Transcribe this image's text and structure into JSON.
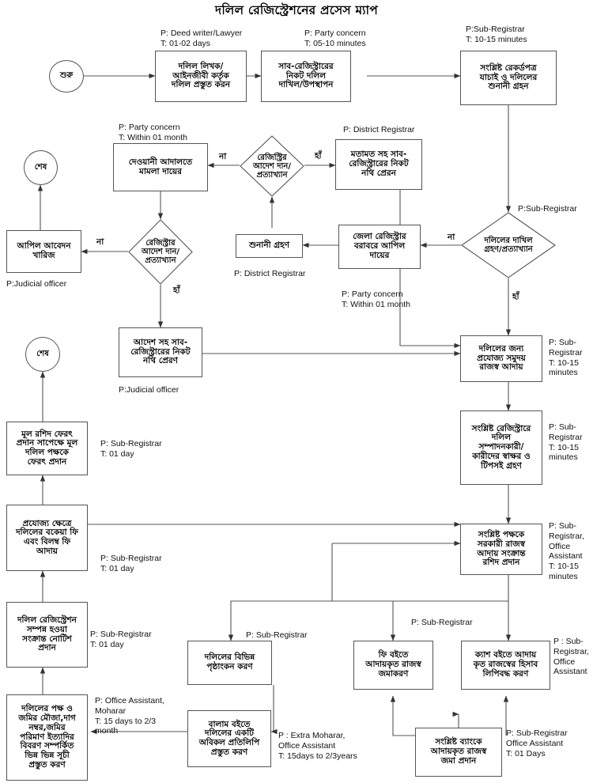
{
  "title": "দলিল রেজিস্ট্রেশনের প্রসেস ম্যাপ",
  "nodes": {
    "start": "শুরু",
    "end_top": "শেষ",
    "end_mid": "শেষ",
    "deed_writer": "দলিল লিখক/\nআইনজীবী কর্তৃক\nদলিল প্রস্তুত করন",
    "submit_subreg": "সাব-রেজিস্ট্রারের\nনিকট দলিল\nদাখিল/উপস্থাপন",
    "verify_records": "সংশ্লিষ্ট রেকর্ডপত্র\nযাচাই ও দলিলের\nশুনানী গ্রহন",
    "civil_court": "দেওয়ানী আদালতে\nমামলা দায়ের",
    "opinion_send": "মতামত সহ সাব-\nরেজিস্ট্রারের নিকট\nনথি প্রেরন",
    "appeal_dismiss": "আপিল আবেদন\nখারিজ",
    "hearing": "শুনানী গ্রহণ",
    "district_appeal": "জেলা রেজিস্ট্রার\nবরাবরে আপিল\nদায়ের",
    "order_send": "আদেশ সহ সাব-\nরেজিস্ট্রারের নিকট\nনথি প্রেরণ",
    "revenue_collect": "দলিলের জন্য\nপ্রযোজ্য সমুদয়\nরাজস্ব আদায়",
    "signature": "সংশ্লিষ্ট রেজিস্ট্রারে\nদলিল\nসম্পাদনকারী/\nকারীদের স্বাক্ষর ও\nটিপসই গ্রহণ",
    "receipt": "সংশ্লিষ্ট পক্ষকে\nসরকারী রাজস্ব\nআদায় সংক্রান্ত\nরশিদ প্রদান",
    "due_fee": "প্রযোজ্য ক্ষেত্রে\nদলিলের বকেয়া ফি\nএবং বিলম্ব ফি\nআদায়",
    "return_deed": "মূল রশিদ ফেরৎ\nপ্রদান সাপেক্ষে মূল\nদলিল পক্ষকে\nফেরৎ প্রদান",
    "notice": "দলিল রেজিস্ট্রেশন\nসম্পন্ন হওয়া\nসংক্রান্ত নোটিশ\nপ্রদান",
    "index_prepare": "দলিলের পক্ষ ও\nজমির মৌজা,দাগ\nনম্বর,জমির\nপরিমাণ ইত্যাদির\nবিবরণ সম্পর্কিত\nভিন্ন ভিন্ন সূচী\nপ্রস্তুত করণ",
    "endorsement": "দলিলের বিভিন্ন\nপৃষ্ঠাংকন করণ",
    "balam_copy": "বালাম বইতে\nদলিলের একটি\nঅবিকল প্রতিলিপি\nপ্রস্তুত করণ",
    "fee_book": "ফি বইতে\nআদায়কৃত রাজস্ব\nজমাকরণ",
    "cash_book": "ক্যাশ বইতে আদায়\nকৃত রাজস্বের হিসাব\nলিপিবদ্ধ করণ",
    "bank_deposit": "সংশ্লিষ্ট ব্যাংকে\nআদায়কৃত রাজস্ব\nজমা প্রদান"
  },
  "decisions": {
    "registrar_order_1": "রেজিস্ট্রির\nআদেশ দান/\nপ্রত্যাখ্যান",
    "registrar_order_2": "রেজিস্ট্রার\nআদেশ দান/\nপ্রত্যাখ্যান",
    "doc_accept": "দলিলের দাখিল\nগ্রহণ/প্রত্যাখ্যান"
  },
  "annotations": {
    "deed_writer": "P: Deed writer/Lawyer\nT: 01-02 days",
    "submit_subreg": "P: Party concern\nT: 05-10 minutes",
    "verify_records": "P:Sub-Registrar\nT: 10-15 minutes",
    "civil_court": "P: Party concern\nT: Within 01 month",
    "opinion_send": "P: District Registrar",
    "hearing": "P: District Registrar",
    "appeal_dismiss": "P:Judicial officer",
    "district_appeal": "P: Party concern\nT: Within 01 month",
    "doc_accept": "P:Sub-Registrar",
    "order_send": "P:Judicial officer",
    "revenue_collect": "P: Sub-\nRegistrar\nT: 10-15\nminutes",
    "signature": "P: Sub-\nRegistrar\nT: 10-15\nminutes",
    "receipt": "P: Sub-\nRegistrar,\nOffice\nAssistant\nT: 10-15\nminutes",
    "return_deed": "P: Sub-Registrar\nT: 01 day",
    "due_fee": "P: Sub-Registrar\nT: 01 day",
    "notice": "P: Sub-Registrar\nT: 01 day",
    "index_prepare": "P: Office Assistant,\nMoharar\nT: 15 days to 2/3\nmonth",
    "endorsement": "P: Sub-Registrar",
    "balam_copy": "P : Extra Moharar,\nOffice Assistant\nT: 15days to 2/3years",
    "fee_book": "P: Sub-Registrar",
    "cash_book": "P : Sub-\nRegistrar,\nOffice\nAssistant",
    "bank_deposit": "P: Sub-Registrar\nOffice Assistant\nT: 01 Days"
  },
  "edge_labels": {
    "no_1": "না",
    "yes_1": "হাঁ",
    "no_2": "না",
    "yes_2": "হাঁ",
    "no_3": "না",
    "yes_3": "হাঁ"
  },
  "style": {
    "stroke": "#555555",
    "text": "#000000",
    "background": "#ffffff"
  }
}
